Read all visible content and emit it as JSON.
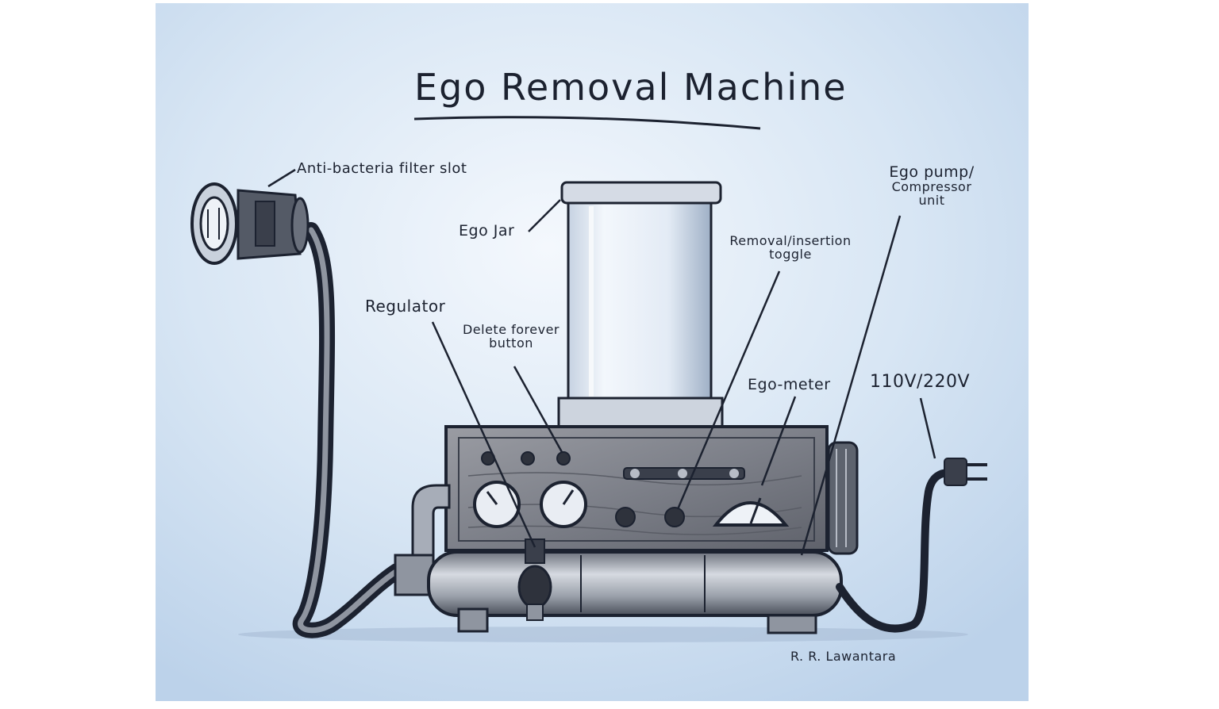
{
  "diagram": {
    "title": "Ego Removal Machine",
    "signature": "R. R. Lawantara",
    "labels": {
      "filter_slot": "Anti-bacteria filter slot",
      "ego_jar": "Ego Jar",
      "removal_toggle_line1": "Removal/insertion",
      "removal_toggle_line2": "toggle",
      "ego_pump_line1": "Ego pump/",
      "ego_pump_line2": "Compressor",
      "ego_pump_line3": "unit",
      "regulator": "Regulator",
      "delete_button_line1": "Delete forever",
      "delete_button_line2": "button",
      "ego_meter": "Ego-meter",
      "voltage": "110V/220V"
    }
  },
  "colors": {
    "paper": "#ffffff",
    "sky": "#c9dbef",
    "ink": "#1c2230",
    "jar": "#e9eff7",
    "wood": "#8c8f98",
    "metal": "#b7bcc6",
    "dark": "#3a3f4b"
  }
}
